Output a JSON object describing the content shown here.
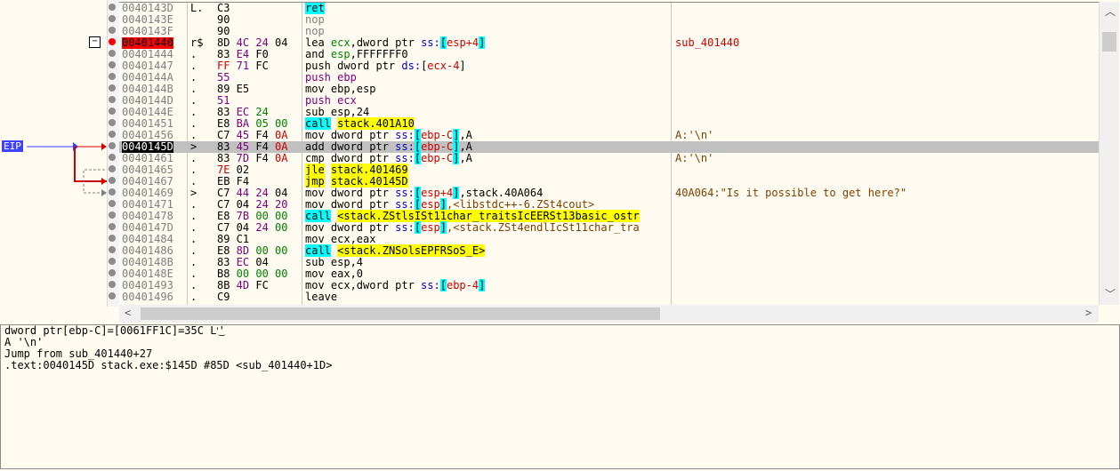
{
  "eip_label": "EIP",
  "rows": [
    {
      "addr": "0040143D",
      "mark": "L.",
      "bytes": [
        [
          "C3",
          "b-norm"
        ]
      ],
      "ins": [
        [
          "ret",
          "hl-cyan"
        ]
      ],
      "cmt": "",
      "cmt_class": ""
    },
    {
      "addr": "0040143E",
      "mark": "",
      "bytes": [
        [
          "90",
          "b-norm"
        ]
      ],
      "ins": [
        [
          "nop",
          "grey"
        ]
      ],
      "cmt": "",
      "cmt_class": ""
    },
    {
      "addr": "0040143F",
      "mark": "",
      "bytes": [
        [
          "90",
          "b-norm"
        ]
      ],
      "ins": [
        [
          "nop",
          "grey"
        ]
      ],
      "cmt": "",
      "cmt_class": ""
    },
    {
      "addr": "00401440",
      "mark": "r$",
      "bytes": [
        [
          "8D",
          "b-norm"
        ],
        [
          "4C",
          "b-purp"
        ],
        [
          "24",
          "b-purp"
        ],
        [
          "04",
          "b-norm"
        ]
      ],
      "ins": [
        [
          "lea ",
          ""
        ],
        [
          "ecx",
          "b-grn"
        ],
        [
          ",dword ptr ",
          ""
        ],
        [
          "ss:",
          "b-blue"
        ],
        [
          "[",
          "hl-cyan"
        ],
        [
          "esp+4",
          "b-red"
        ],
        [
          "]",
          "hl-cyan"
        ]
      ],
      "cmt": "sub_401440",
      "cmt_class": "cmt-red",
      "addr_class": "bp"
    },
    {
      "addr": "00401444",
      "mark": ".",
      "bytes": [
        [
          "83",
          "b-norm"
        ],
        [
          "E4",
          "b-purp"
        ],
        [
          "F0",
          "b-norm"
        ]
      ],
      "ins": [
        [
          "and ",
          ""
        ],
        [
          "esp",
          "b-grn"
        ],
        [
          ",FFFFFFF0",
          ""
        ]
      ],
      "cmt": "",
      "cmt_class": ""
    },
    {
      "addr": "00401447",
      "mark": ".",
      "bytes": [
        [
          "FF",
          "b-red"
        ],
        [
          "71",
          "b-purp"
        ],
        [
          "FC",
          "b-norm"
        ]
      ],
      "ins": [
        [
          "push dword ptr ",
          ""
        ],
        [
          "ds:",
          "b-blue"
        ],
        [
          "[",
          ""
        ],
        [
          "ecx-4",
          "b-red"
        ],
        [
          "]",
          ""
        ]
      ],
      "cmt": "",
      "cmt_class": ""
    },
    {
      "addr": "0040144A",
      "mark": ".",
      "bytes": [
        [
          "55",
          "b-purp"
        ]
      ],
      "ins": [
        [
          "push ebp",
          "b-purp"
        ]
      ],
      "cmt": "",
      "cmt_class": ""
    },
    {
      "addr": "0040144B",
      "mark": ".",
      "bytes": [
        [
          "89",
          "b-norm"
        ],
        [
          "E5",
          "b-norm"
        ]
      ],
      "ins": [
        [
          "mov ebp,esp",
          ""
        ]
      ],
      "cmt": "",
      "cmt_class": ""
    },
    {
      "addr": "0040144D",
      "mark": ".",
      "bytes": [
        [
          "51",
          "b-purp"
        ]
      ],
      "ins": [
        [
          "push ecx",
          "b-purp"
        ]
      ],
      "cmt": "",
      "cmt_class": ""
    },
    {
      "addr": "0040144E",
      "mark": ".",
      "bytes": [
        [
          "83",
          "b-norm"
        ],
        [
          "EC",
          "b-purp"
        ],
        [
          "24",
          "b-grn"
        ]
      ],
      "ins": [
        [
          "sub esp,24",
          ""
        ]
      ],
      "cmt": "",
      "cmt_class": ""
    },
    {
      "addr": "00401451",
      "mark": ".",
      "bytes": [
        [
          "E8",
          "b-norm"
        ],
        [
          "BA",
          "b-purp"
        ],
        [
          "05",
          "b-grn"
        ],
        [
          "00",
          "b-grn"
        ]
      ],
      "ins": [
        [
          "call",
          "hl-cyan"
        ],
        [
          " ",
          ""
        ],
        [
          "stack.401A10",
          "hl-yel"
        ]
      ],
      "cmt": "",
      "cmt_class": ""
    },
    {
      "addr": "00401456",
      "mark": ".",
      "bytes": [
        [
          "C7",
          "b-norm"
        ],
        [
          "45",
          "b-purp"
        ],
        [
          "F4",
          "b-norm"
        ],
        [
          "0A",
          "b-red"
        ]
      ],
      "ins": [
        [
          "mov dword ptr ",
          ""
        ],
        [
          "ss:",
          "b-blue"
        ],
        [
          "[",
          "hl-cyan"
        ],
        [
          "ebp-C",
          "b-red"
        ],
        [
          "]",
          "hl-cyan"
        ],
        [
          ",A",
          ""
        ]
      ],
      "cmt": "A:'\\n'",
      "cmt_class": "cmt-brn"
    },
    {
      "addr": "0040145D",
      "mark": ">",
      "bytes": [
        [
          "83",
          "b-norm"
        ],
        [
          "45",
          "b-purp"
        ],
        [
          "F4",
          "b-norm"
        ],
        [
          "0A",
          "b-red"
        ]
      ],
      "ins": [
        [
          "add dword ptr ",
          ""
        ],
        [
          "ss:",
          "b-blue"
        ],
        [
          "[",
          "hl-cyan"
        ],
        [
          "ebp-C",
          "b-red"
        ],
        [
          "]",
          "hl-cyan"
        ],
        [
          ",A",
          ""
        ]
      ],
      "cmt": "",
      "cmt_class": "",
      "addr_class": "eip",
      "cur": true
    },
    {
      "addr": "00401461",
      "mark": ".",
      "bytes": [
        [
          "83",
          "b-norm"
        ],
        [
          "7D",
          "b-purp"
        ],
        [
          "F4",
          "b-norm"
        ],
        [
          "0A",
          "b-red"
        ]
      ],
      "ins": [
        [
          "cmp dword ptr ",
          ""
        ],
        [
          "ss:",
          "b-blue"
        ],
        [
          "[",
          "hl-cyan"
        ],
        [
          "ebp-C",
          "b-red"
        ],
        [
          "]",
          "hl-cyan"
        ],
        [
          ",A",
          ""
        ]
      ],
      "cmt": "A:'\\n'",
      "cmt_class": "cmt-brn"
    },
    {
      "addr": "00401465",
      "mark": ".",
      "bytes": [
        [
          "7E",
          "b-red"
        ],
        [
          "02",
          "b-norm"
        ]
      ],
      "ins": [
        [
          "jle",
          "hl-yel"
        ],
        [
          " ",
          ""
        ],
        [
          "stack.401469",
          "hl-yel"
        ]
      ],
      "cmt": "",
      "cmt_class": ""
    },
    {
      "addr": "00401467",
      "mark": ".",
      "bytes": [
        [
          "EB",
          "b-norm"
        ],
        [
          "F4",
          "b-norm"
        ]
      ],
      "ins": [
        [
          "jmp",
          "hl-yel"
        ],
        [
          " ",
          ""
        ],
        [
          "stack.40145D",
          "hl-yel"
        ]
      ],
      "cmt": "",
      "cmt_class": ""
    },
    {
      "addr": "00401469",
      "mark": ">",
      "bytes": [
        [
          "C7",
          "b-norm"
        ],
        [
          "44",
          "b-purp"
        ],
        [
          "24",
          "b-purp"
        ],
        [
          "04",
          "b-norm"
        ]
      ],
      "ins": [
        [
          "mov dword ptr ",
          ""
        ],
        [
          "ss:",
          "b-blue"
        ],
        [
          "[",
          "hl-cyan"
        ],
        [
          "esp+4",
          "b-red"
        ],
        [
          "]",
          "hl-cyan"
        ],
        [
          ",stack.40A064",
          ""
        ]
      ],
      "cmt": "40A064:\"Is it possible to get here?\"",
      "cmt_class": "cmt-brn"
    },
    {
      "addr": "00401471",
      "mark": ".",
      "bytes": [
        [
          "C7",
          "b-norm"
        ],
        [
          "04",
          "b-norm"
        ],
        [
          "24",
          "b-purp"
        ],
        [
          "20",
          "b-purp"
        ]
      ],
      "ins": [
        [
          "mov dword ptr ",
          ""
        ],
        [
          "ss:",
          "b-blue"
        ],
        [
          "[",
          "hl-cyan"
        ],
        [
          "esp",
          "b-red"
        ],
        [
          "]",
          "hl-cyan"
        ],
        [
          ",<libstdc++-6.ZSt4cout>",
          "cmt-brn"
        ]
      ],
      "cmt": "",
      "cmt_class": ""
    },
    {
      "addr": "00401478",
      "mark": ".",
      "bytes": [
        [
          "E8",
          "b-norm"
        ],
        [
          "7B",
          "b-purp"
        ],
        [
          "00",
          "b-grn"
        ],
        [
          "00",
          "b-grn"
        ]
      ],
      "ins": [
        [
          "call",
          "hl-cyan"
        ],
        [
          " ",
          ""
        ],
        [
          "<stack.ZStlsISt11char_traitsIcEERSt13basic_ostr",
          "hl-yel"
        ]
      ],
      "cmt": "",
      "cmt_class": ""
    },
    {
      "addr": "0040147D",
      "mark": ".",
      "bytes": [
        [
          "C7",
          "b-norm"
        ],
        [
          "04",
          "b-norm"
        ],
        [
          "24",
          "b-purp"
        ],
        [
          "00",
          "b-grn"
        ]
      ],
      "ins": [
        [
          "mov dword ptr ",
          ""
        ],
        [
          "ss:",
          "b-blue"
        ],
        [
          "[",
          "hl-cyan"
        ],
        [
          "esp",
          "b-red"
        ],
        [
          "]",
          "hl-cyan"
        ],
        [
          ",<stack.ZSt4endlIcSt11char_tra",
          "cmt-brn"
        ]
      ],
      "cmt": "",
      "cmt_class": ""
    },
    {
      "addr": "00401484",
      "mark": ".",
      "bytes": [
        [
          "89",
          "b-norm"
        ],
        [
          "C1",
          "b-norm"
        ]
      ],
      "ins": [
        [
          "mov ecx,eax",
          ""
        ]
      ],
      "cmt": "",
      "cmt_class": ""
    },
    {
      "addr": "00401486",
      "mark": ".",
      "bytes": [
        [
          "E8",
          "b-norm"
        ],
        [
          "8D",
          "b-purp"
        ],
        [
          "00",
          "b-grn"
        ],
        [
          "00",
          "b-grn"
        ]
      ],
      "ins": [
        [
          "call",
          "hl-cyan"
        ],
        [
          " ",
          ""
        ],
        [
          "<stack.ZNSolsEPFRSoS_E>",
          "hl-yel"
        ]
      ],
      "cmt": "",
      "cmt_class": ""
    },
    {
      "addr": "0040148B",
      "mark": ".",
      "bytes": [
        [
          "83",
          "b-norm"
        ],
        [
          "EC",
          "b-purp"
        ],
        [
          "04",
          "b-norm"
        ]
      ],
      "ins": [
        [
          "sub esp,4",
          ""
        ]
      ],
      "cmt": "",
      "cmt_class": ""
    },
    {
      "addr": "0040148E",
      "mark": ".",
      "bytes": [
        [
          "B8",
          "b-norm"
        ],
        [
          "00",
          "b-grn"
        ],
        [
          "00",
          "b-grn"
        ],
        [
          "00",
          "b-grn"
        ]
      ],
      "ins": [
        [
          "mov eax,0",
          ""
        ]
      ],
      "cmt": "",
      "cmt_class": ""
    },
    {
      "addr": "00401493",
      "mark": ".",
      "bytes": [
        [
          "8B",
          "b-norm"
        ],
        [
          "4D",
          "b-purp"
        ],
        [
          "FC",
          "b-norm"
        ]
      ],
      "ins": [
        [
          "mov ecx,dword ptr ",
          ""
        ],
        [
          "ss:",
          "b-blue"
        ],
        [
          "[",
          "hl-cyan"
        ],
        [
          "ebp-4",
          "b-red"
        ],
        [
          "]",
          "hl-cyan"
        ]
      ],
      "cmt": "",
      "cmt_class": ""
    },
    {
      "addr": "00401496",
      "mark": ".",
      "bytes": [
        [
          "C9",
          "b-norm"
        ]
      ],
      "ins": [
        [
          "leave",
          ""
        ]
      ],
      "cmt": "",
      "cmt_class": ""
    }
  ],
  "info_lines": [
    "dword ptr[ebp-C]=[0061FF1C]=35C L'͜'",
    "A '\\n'",
    "Jump from sub_401440+27",
    ".text:0040145D stack.exe:$145D #85D <sub_401440+1D>"
  ],
  "scroll": {
    "left_arrow": "<",
    "right_arrow": ">",
    "up_arrow": "^",
    "down_arrow": "v"
  }
}
